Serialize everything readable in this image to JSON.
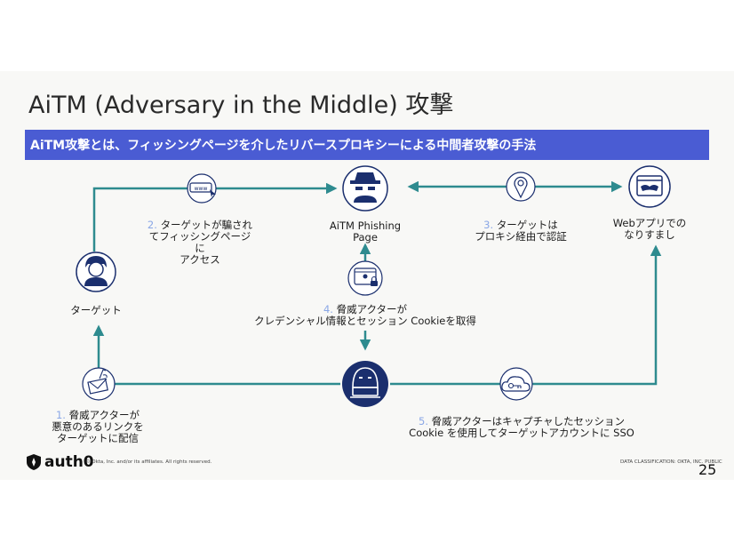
{
  "title": "AiTM (Adversary in the Middle) 攻撃",
  "banner": "AiTM攻撃とは、フィッシングページを介したリバースプロキシーによる中間者攻撃の手法",
  "nodes": {
    "target": "ターゲット",
    "phishing_line1": "AiTM Phishing",
    "phishing_line2": "Page",
    "webapp_line1": "Webアプリでの",
    "webapp_line2": "なりすまし"
  },
  "steps": {
    "s1": {
      "num": "1.",
      "l1": "脅威アクターが",
      "l2": "悪意のあるリンクを",
      "l3": "ターゲットに配信"
    },
    "s2": {
      "num": "2.",
      "l1": "ターゲットが騙され",
      "l2": "てフィッシングページ",
      "l3": "に",
      "l4": "アクセス"
    },
    "s3": {
      "num": "3.",
      "l1": "ターゲットは",
      "l2": "プロキシ経由で認証"
    },
    "s4": {
      "num": "4.",
      "l1": "脅威アクターが",
      "l2": "クレデンシャル情報とセッション Cookieを取得"
    },
    "s5": {
      "num": "5.",
      "l1": "脅威アクターはキャプチャしたセッション",
      "l2": "Cookie を使用してターゲットアカウントに SSO"
    }
  },
  "icons": [
    "user-icon",
    "hacker-icon",
    "masked-user-icon",
    "browser-url-icon",
    "location-pin-icon",
    "login-lock-icon",
    "phishing-email-icon",
    "cloud-key-icon"
  ],
  "logo_text": "auth0",
  "footer_left": "© Okta, Inc. and/or its affiliates. All rights reserved.",
  "footer_right": "DATA CLASSIFICATION: OKTA, INC. PUBLIC",
  "page_number": "25",
  "colors": {
    "line": "#2e8b8f",
    "dark_node": "#1b2f6e",
    "banner": "#4a5cd3",
    "step_number": "#8aa7e6"
  }
}
